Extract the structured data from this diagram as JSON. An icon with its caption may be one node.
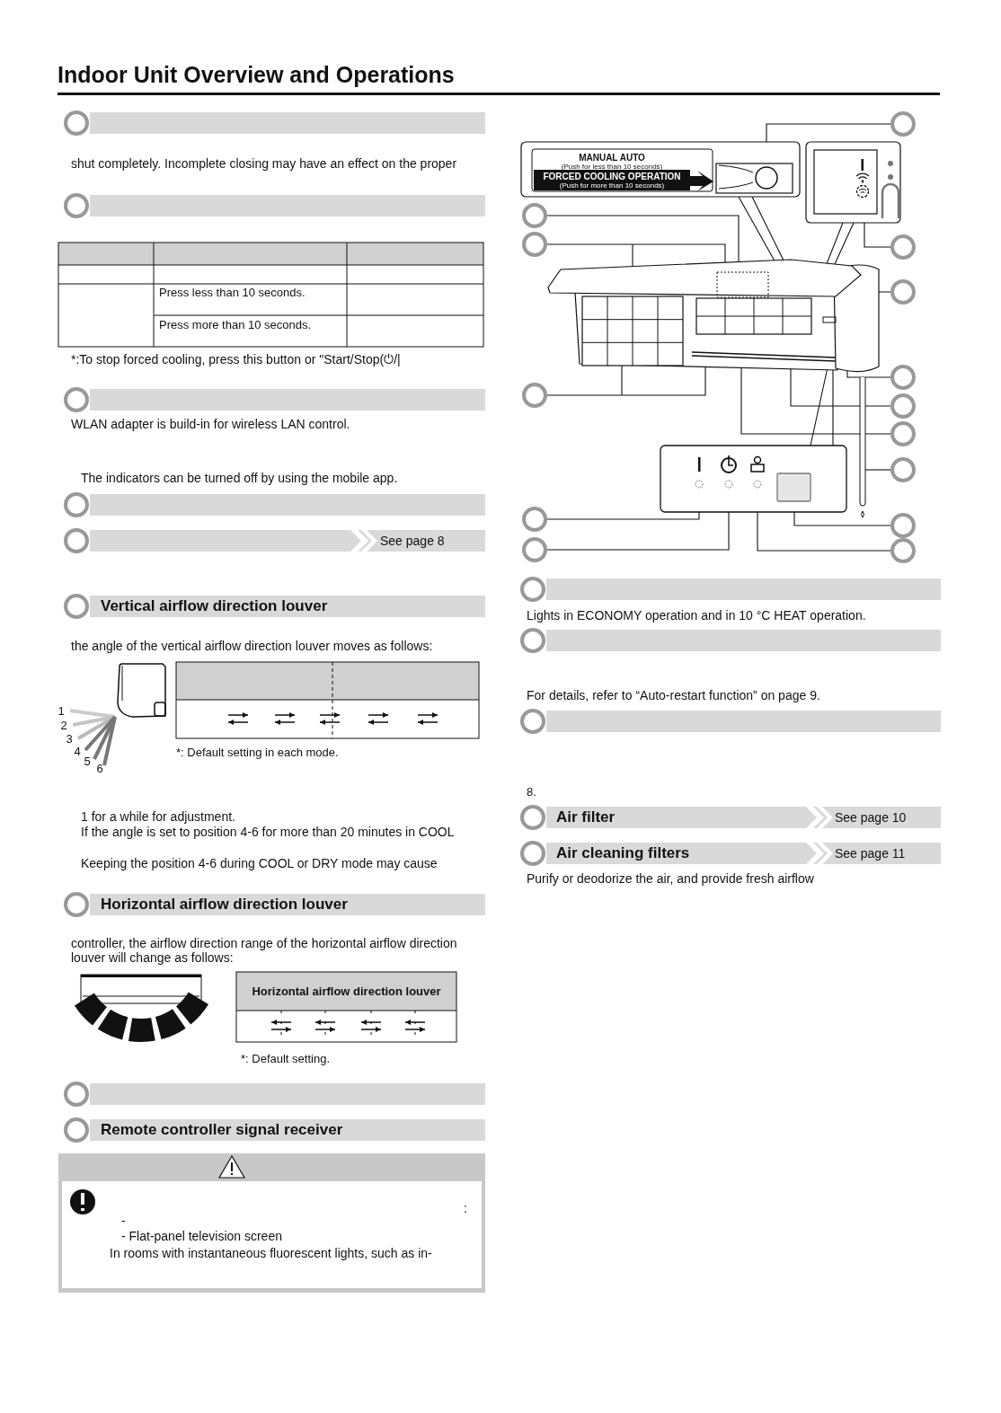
{
  "diagram": {
    "title": "Indoor Unit Overview and Operations",
    "nodes": [
      {
        "text": [],
        "shape": "circle"
      },
      {
        "text": [],
        "shape": "circle"
      },
      {
        "text": [],
        "shape": "circle"
      },
      {
        "text": [],
        "shape": "circle"
      },
      {
        "text": [],
        "shape": "circle"
      },
      {
        "text": [],
        "shape": "circle"
      },
      {
        "text": [],
        "shape": "circle"
      },
      {
        "text": [],
        "shape": "circle"
      },
      {
        "text": [],
        "shape": "circle"
      },
      {
        "text": [],
        "shape": "circle"
      },
      {
        "text": [],
        "shape": "circle"
      },
      {
        "text": [],
        "shape": "circle"
      },
      {
        "text": [],
        "shape": "circle"
      },
      {
        "text": [],
        "shape": "circle"
      },
      {
        "text": [],
        "shape": "picture"
      },
      {
        "text": [],
        "shape": "picture"
      },
      {
        "text": [],
        "shape": "picture"
      },
      {
        "text": [],
        "shape": "box"
      },
      {
        "text": [],
        "shape": "box",
        "in": 17
      },
      {
        "text": [],
        "shape": "circle",
        "in": 17
      },
      {
        "text": [],
        "shape": "circle",
        "in": 17
      },
      {
        "text": [],
        "shape": "circle",
        "in": 17
      }
    ],
    "edges": [
      {
        "from": 0,
        "to": 16,
        "arrow": "none"
      },
      {
        "from": 1,
        "to": 16,
        "arrow": "none"
      },
      {
        "from": 2,
        "to": 16,
        "arrow": "none"
      },
      {
        "from": 3,
        "to": 19,
        "arrow": "none"
      },
      {
        "from": 4,
        "to": 20,
        "arrow": "none"
      },
      {
        "from": 5,
        "to": 14,
        "arrow": "none"
      },
      {
        "from": 6,
        "to": 15,
        "arrow": "none"
      },
      {
        "from": 7,
        "to": 16,
        "arrow": "none"
      },
      {
        "from": 8,
        "to": 16,
        "arrow": "none"
      },
      {
        "from": 9,
        "to": 16,
        "arrow": "none"
      },
      {
        "from": 10,
        "to": 16,
        "arrow": "none"
      },
      {
        "from": 11,
        "to": null,
        "arrow": "none"
      },
      {
        "from": 12,
        "to": 18,
        "arrow": "none"
      },
      {
        "from": 13,
        "to": 21,
        "arrow": "none"
      },
      {
        "from": 14,
        "to": 16,
        "arrow": "none"
      },
      {
        "from": 15,
        "to": 16,
        "arrow": "none"
      },
      {
        "from": 17,
        "to": 16,
        "arrow": "none"
      }
    ],
    "labels": [
      "shut completely. Incomplete closing may have an effect on the proper",
      "Press less than 10 seconds.",
      "Press more than 10 seconds.",
      "*:To stop forced cooling, press this button or \"Start/Stop(⏻/|",
      "WLAN adapter is build-in for wireless LAN control.",
      "The indicators can be turned off by using the mobile app.",
      "See page 8",
      "Vertical airflow direction louver",
      "the angle of the vertical airflow direction louver moves as follows:",
      "1",
      "2",
      "3",
      "4",
      "5",
      "6",
      "*: Default setting in each mode.",
      "1 for a while for adjustment.",
      "If the angle is set to position 4-6 for more than 20 minutes in COOL",
      "Keeping the position 4-6 during COOL or DRY mode may cause",
      "Horizontal airflow direction louver",
      "controller, the airflow direction range of the horizontal airflow direction louver will change as follows:",
      "Horizontal airflow direction louver",
      "*: Default setting.",
      "Remote controller signal receiver",
      ":",
      "-",
      "- Flat-panel television screen",
      "In rooms with instantaneous fluorescent lights, such as in-",
      "MANUAL AUTO",
      "(Push for less than 10 seconds)",
      "FORCED COOLING OPERATION",
      "(Push for more than 10 seconds)",
      "Lights in ECONOMY operation and in 10 °C HEAT operation.",
      "For details, refer to “Auto-restart function” on page 9.",
      "8.",
      "Air filter",
      "See page 10",
      "Air cleaning filters",
      "See page 11",
      "Purify or deodorize the air, and provide fresh airflow"
    ]
  }
}
